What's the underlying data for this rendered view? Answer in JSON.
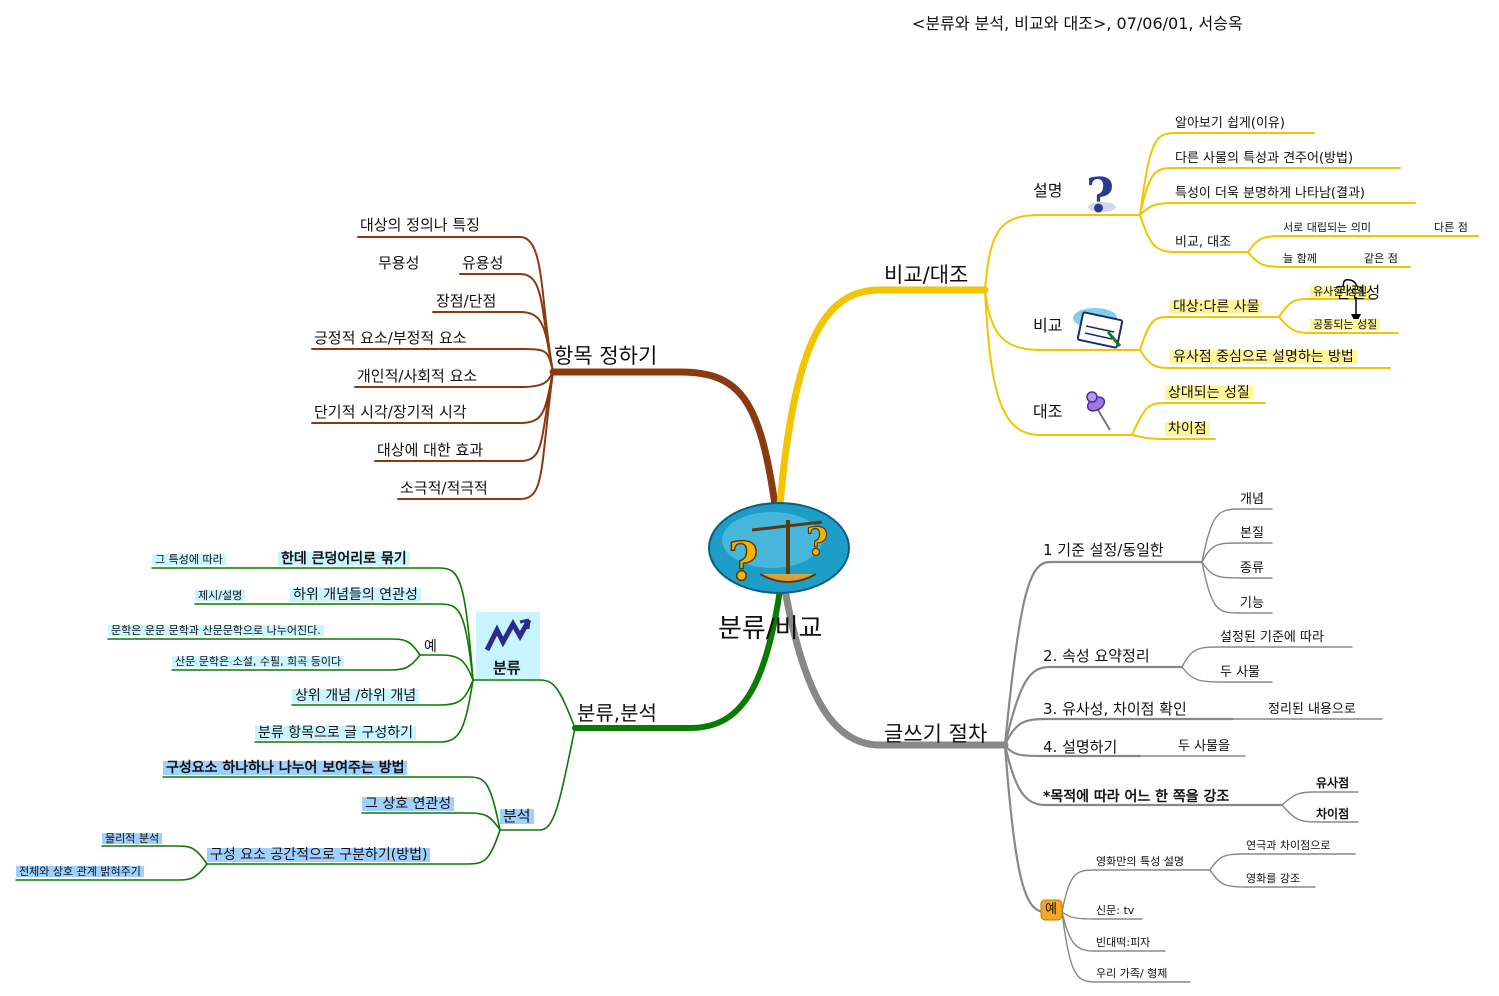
{
  "header": "<분류와 분석, 비교와 대조>, 07/06/01, 서승옥",
  "center": {
    "label": "분류/비교",
    "icon": "scales-question-icon"
  },
  "colors": {
    "brown": "#8b3a10",
    "yellow": "#f2c500",
    "green": "#0a7a00",
    "gray": "#888888",
    "yellow_hl": "#fff59a",
    "blue_hl": "#9fd0ff",
    "cyan_hl": "#c8f5ff"
  },
  "branch_items": {
    "label": "항목 정하기",
    "children": [
      "대상의 정의나 특징",
      "무용성",
      "유용성",
      "장점/단점",
      "긍정적 요소/부정적 요소",
      "개인적/사회적 요소",
      "단기적 시각/장기적 시각",
      "대상에 대한 효과",
      "소극적/적극적"
    ]
  },
  "branch_compare": {
    "label": "비교/대조",
    "explain": {
      "label": "설명",
      "icon": "question-mark-icon",
      "children": [
        "알아보기 쉽게(이유)",
        "다른 사물의 특성과 견주어(방법)",
        "특성이 더욱 분명하게 나타남(결과)"
      ],
      "sub": {
        "label": "비교, 대조",
        "a": "서로 대립되는 의미",
        "a_child": "다른 점",
        "b": "늘 함께",
        "b_child": "같은 점"
      }
    },
    "compare": {
      "label": "비교",
      "icon": "book-notes-icon",
      "object": "대상:다른 사물",
      "object_children": [
        "유사한 성질",
        "공통되는 성질"
      ],
      "relation": "관련성",
      "method": "유사점 중심으로 설명하는 방법"
    },
    "contrast": {
      "label": "대조",
      "icon": "pushpin-icon",
      "children": [
        "상대되는 성질",
        "차이점"
      ]
    }
  },
  "branch_classify": {
    "label": "분류,분석",
    "classify": {
      "label": "분류",
      "icon": "chart-arrow-icon",
      "group": "한데 큰덩어리로 묶기",
      "group_note": "그 특성에 따라",
      "relation": "하위 개념들의 연관성",
      "relation_note": "제시/설명",
      "example_label": "예",
      "examples": [
        "문학은 운문 문학과 산문문학으로 나누어진다.",
        "산문 문학은 소설, 수필, 희곡 등이다"
      ],
      "concept": "상위 개념 /하위 개념",
      "compose": "분류 항목으로 글 구성하기"
    },
    "analyze": {
      "label": "분석",
      "items": [
        "구성요소 하나하나 나누어 보여주는 방법",
        "그 상호 연관성",
        "구성 요소 공간적으로 구분하기(방법)"
      ],
      "sub": [
        "물리적 분석",
        "전체와 상호 관계 밝혀주기"
      ]
    }
  },
  "branch_writing": {
    "label": "글쓰기 절차",
    "step1": {
      "label": "1 기준 설정/동일한",
      "children": [
        "개념",
        "본질",
        "종류",
        "기능"
      ]
    },
    "step2": {
      "label": "2. 속성 요약정리",
      "children": [
        "설정된 기준에 따라",
        "두 사물"
      ]
    },
    "step3": {
      "label": "3. 유사성, 차이점 확인",
      "child": "정리된 내용으로"
    },
    "step4": {
      "label": "4. 설명하기",
      "child": "두 사물을"
    },
    "purpose": {
      "label": "*목적에 따라 어느 한 쪽을 강조",
      "children": [
        "유사점",
        "차이점"
      ]
    },
    "example": {
      "label": "예",
      "movie": "영화만의 특성 설명",
      "movie_children": [
        "연극과 차이점으로",
        "영화를 강조"
      ],
      "others": [
        "신문: tv",
        "빈대떡:피자",
        "우리 가족/ 형제"
      ]
    }
  }
}
